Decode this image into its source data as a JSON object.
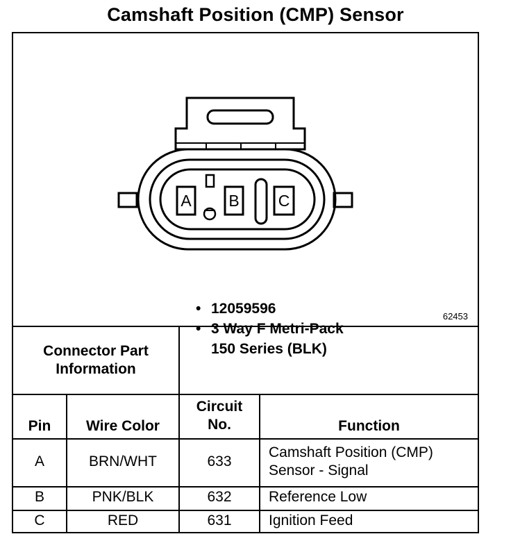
{
  "title": "Camshaft Position (CMP) Sensor",
  "figure_number": "62453",
  "connector_pins": [
    "A",
    "B",
    "C"
  ],
  "connector_info": {
    "label_line1": "Connector Part",
    "label_line2": "Information",
    "bullet": "•",
    "part_number": "12059596",
    "description_line1": "3 Way F Metri-Pack",
    "description_line2": "150 Series (BLK)"
  },
  "table": {
    "headers": {
      "pin": "Pin",
      "wire_color": "Wire Color",
      "circuit_line1": "Circuit",
      "circuit_line2": "No.",
      "function": "Function"
    },
    "rows": [
      {
        "pin": "A",
        "wire_color": "BRN/WHT",
        "circuit": "633",
        "function_line1": "Camshaft Position (CMP)",
        "function_line2": "Sensor - Signal"
      },
      {
        "pin": "B",
        "wire_color": "PNK/BLK",
        "circuit": "632",
        "function_line1": "Reference Low",
        "function_line2": ""
      },
      {
        "pin": "C",
        "wire_color": "RED",
        "circuit": "631",
        "function_line1": "Ignition Feed",
        "function_line2": ""
      }
    ]
  }
}
